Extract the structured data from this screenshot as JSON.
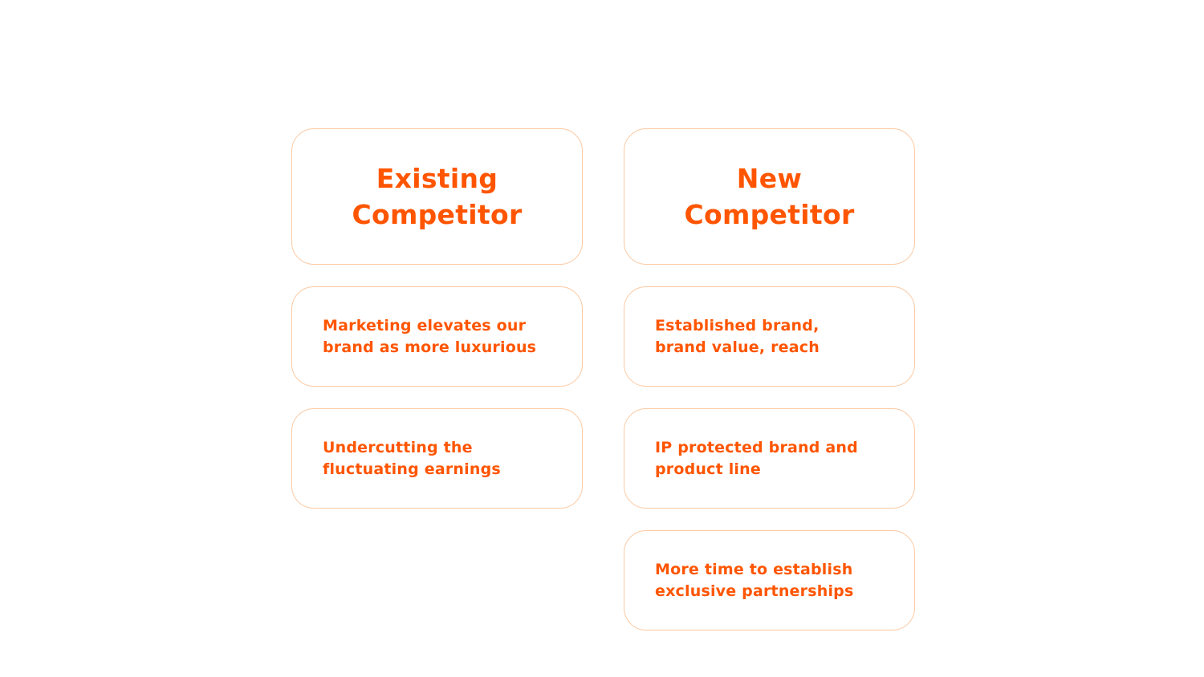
{
  "columns": [
    {
      "title": "Existing Competitor",
      "items": [
        "Marketing elevates our brand as more luxurious",
        "Undercutting the fluctuating earnings"
      ]
    },
    {
      "title": "New Competitor",
      "items": [
        "Established brand, brand value, reach",
        "IP protected brand and product line",
        "More time to establish exclusive partnerships"
      ]
    }
  ],
  "colors": {
    "accent": "#ff5500",
    "border": "#fcc9a2"
  }
}
